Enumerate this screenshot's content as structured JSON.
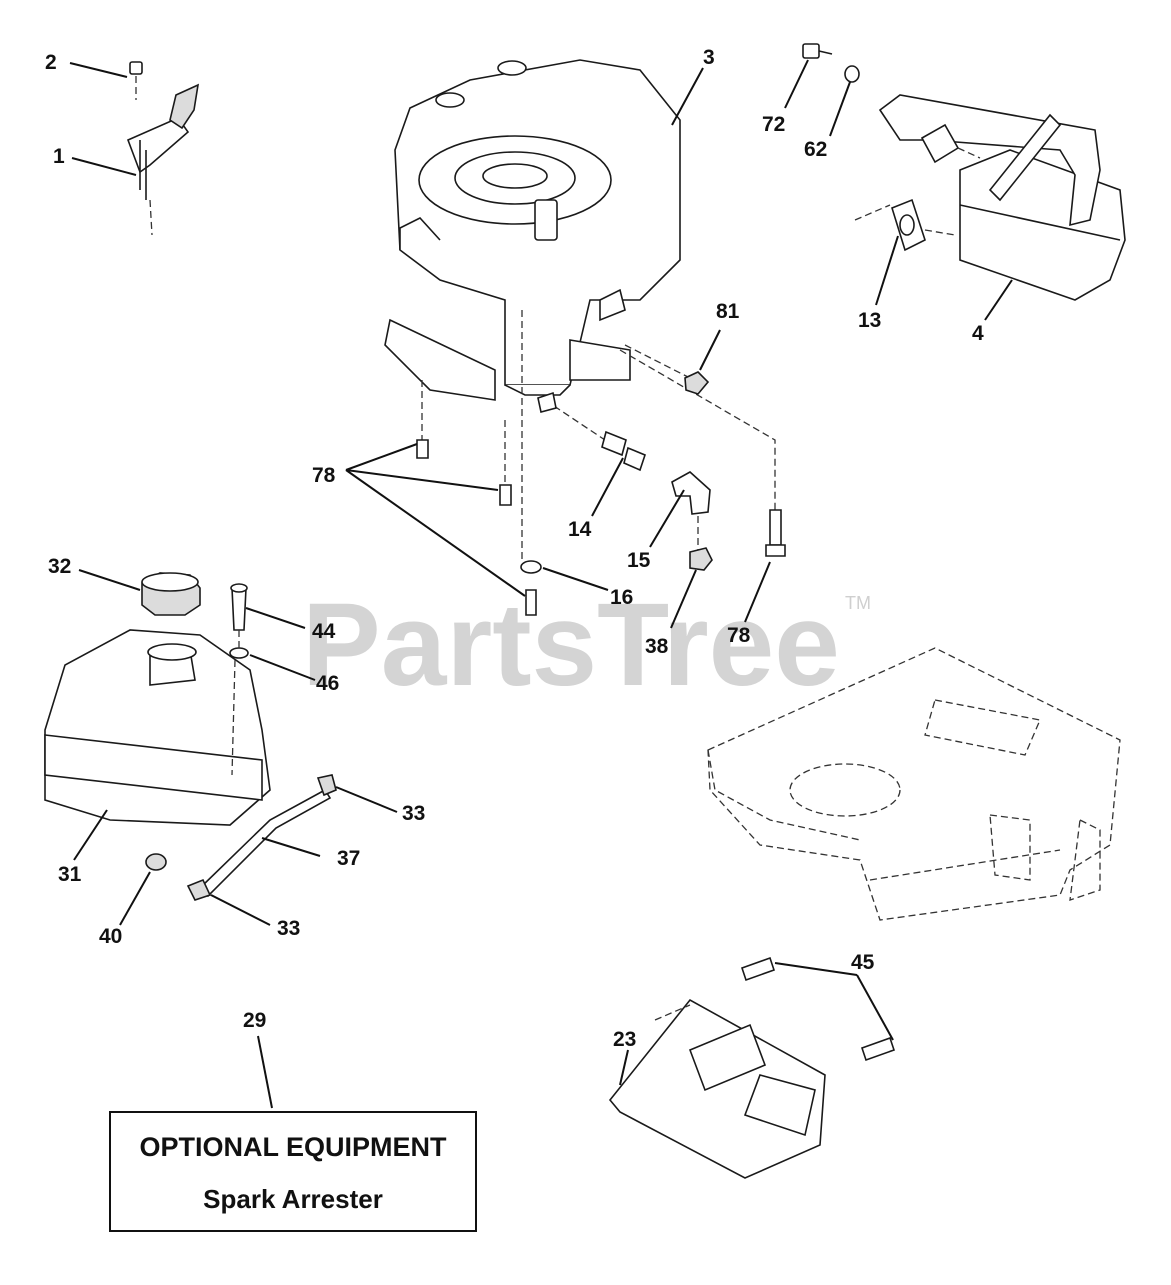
{
  "watermark": {
    "brand": "PartsTree",
    "trademark": "TM"
  },
  "optional_box": {
    "title": "OPTIONAL EQUIPMENT",
    "subtitle": "Spark Arrester"
  },
  "callouts": {
    "c1": "1",
    "c2": "2",
    "c3": "3",
    "c4": "4",
    "c13": "13",
    "c14": "14",
    "c15": "15",
    "c16": "16",
    "c23": "23",
    "c29": "29",
    "c31": "31",
    "c32": "32",
    "c33a": "33",
    "c33b": "33",
    "c37": "37",
    "c38": "38",
    "c40": "40",
    "c44": "44",
    "c45": "45",
    "c46": "46",
    "c62": "62",
    "c72": "72",
    "c78a": "78",
    "c78b": "78",
    "c81": "81"
  },
  "colors": {
    "ink": "#111111",
    "watermark": "#d4d4d4",
    "background": "#ffffff"
  }
}
